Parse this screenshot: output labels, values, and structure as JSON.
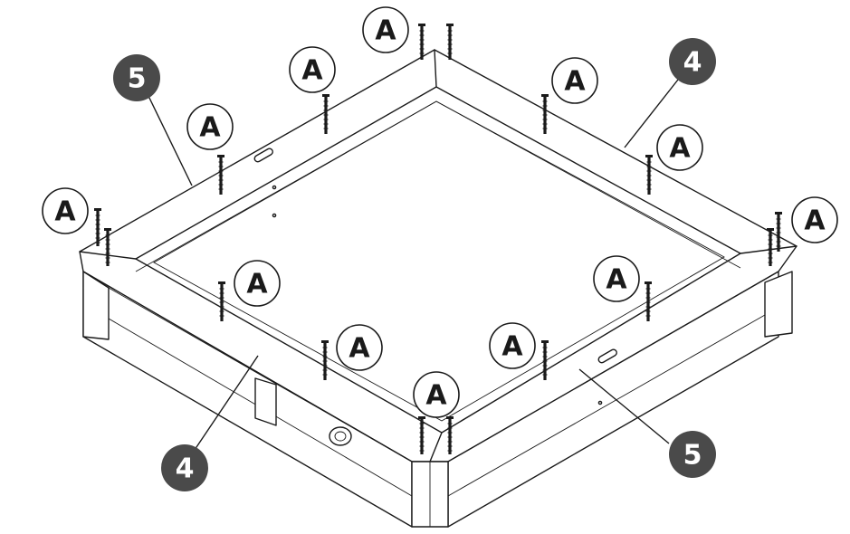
{
  "diagram": {
    "screw_label": "A",
    "part_labels": [
      "5",
      "4",
      "4",
      "5"
    ],
    "colors": {
      "line": "#1a1a1a",
      "number_badge": "#4a4a4a",
      "background": "#ffffff"
    }
  }
}
